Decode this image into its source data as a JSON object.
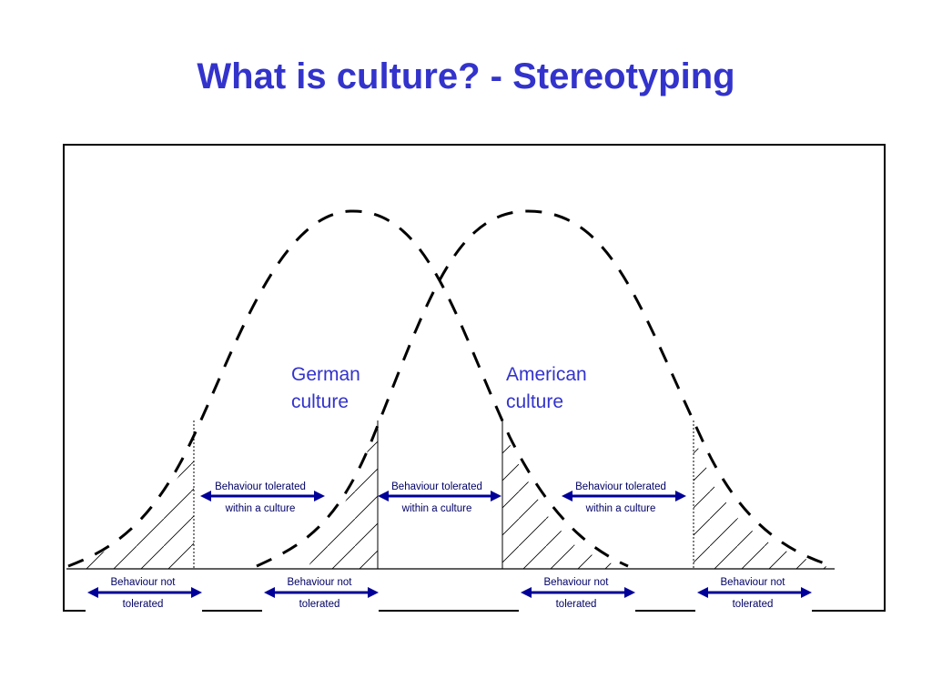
{
  "slide": {
    "title": "What is culture? - Stereotyping"
  },
  "colors": {
    "title": "#3333cc",
    "label": "#3333cc",
    "arrow": "#000099",
    "curve": "#000000"
  },
  "cultures": {
    "german": {
      "line1": "German",
      "line2": "culture"
    },
    "american": {
      "line1": "American",
      "line2": "culture"
    }
  },
  "tolerated_labels": [
    {
      "line1": "Behaviour tolerated",
      "line2": "within a culture"
    },
    {
      "line1": "Behaviour tolerated",
      "line2": "within a culture"
    },
    {
      "line1": "Behaviour tolerated",
      "line2": "within a culture"
    }
  ],
  "not_tolerated_labels": [
    {
      "line1": "Behaviour not",
      "line2": "tolerated"
    },
    {
      "line1": "Behaviour not",
      "line2": "tolerated"
    },
    {
      "line1": "Behaviour not",
      "line2": "tolerated"
    },
    {
      "line1": "Behaviour not",
      "line2": "tolerated"
    }
  ]
}
